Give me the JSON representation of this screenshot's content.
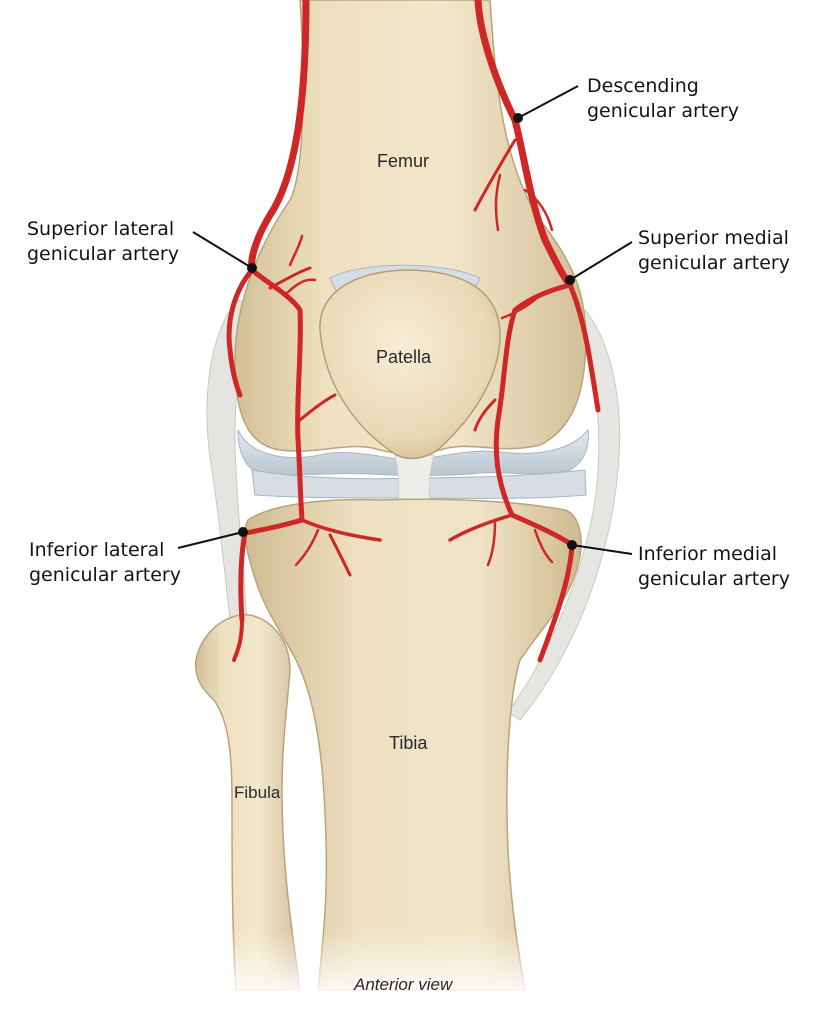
{
  "labels": {
    "descending": [
      "Descending",
      "genicular artery"
    ],
    "superior_lateral": [
      "Superior lateral",
      "genicular artery"
    ],
    "superior_medial": [
      "Superior medial",
      "genicular artery"
    ],
    "inferior_lateral": [
      "Inferior lateral",
      "genicular artery"
    ],
    "inferior_medial": [
      "Inferior medial",
      "genicular artery"
    ]
  },
  "bones": {
    "femur": "Femur",
    "patella": "Patella",
    "tibia": "Tibia",
    "fibula": "Fibula"
  },
  "caption": "Anterior view",
  "colors": {
    "bone": "#ecdcb8",
    "bone_shadow": "#cbb68c",
    "artery": "#d22a2a",
    "cartilage": "#cfd8e0",
    "ligament": "#e6e6e2",
    "leader_line": "#111111"
  }
}
